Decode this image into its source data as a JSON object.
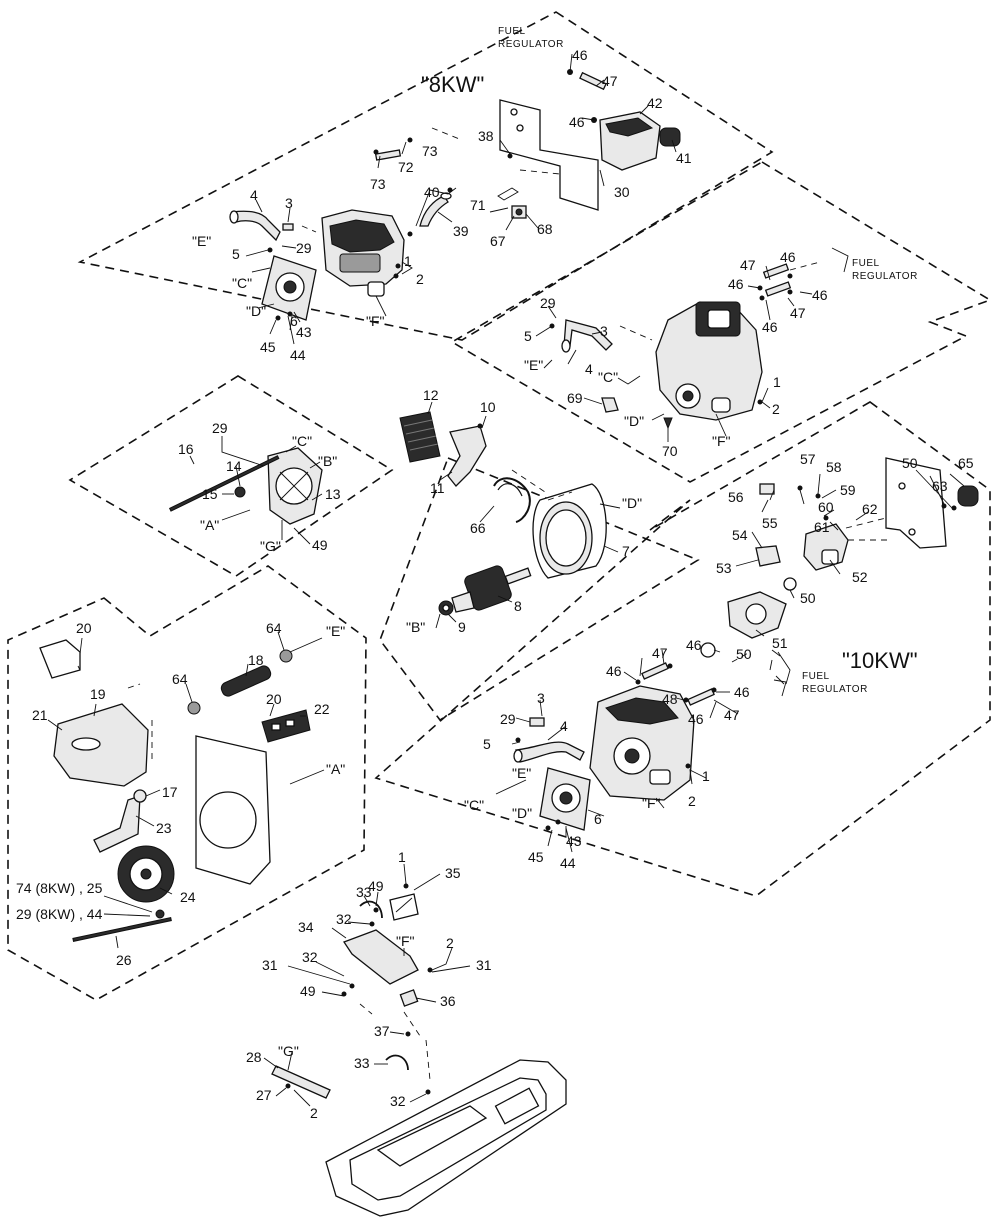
{
  "headings": {
    "kw8": "\"8KW\"",
    "kw10": "\"10KW\""
  },
  "fuel_regulator": {
    "line1": "FUEL",
    "line2": "REGULATOR"
  },
  "part_numbers": {
    "p1": "1",
    "p2": "2",
    "p3": "3",
    "p4": "4",
    "p5": "5",
    "p6": "6",
    "p7": "7",
    "p8": "8",
    "p9": "9",
    "p10": "10",
    "p11": "11",
    "p12": "12",
    "p13": "13",
    "p14": "14",
    "p15": "15",
    "p16": "16",
    "p17": "17",
    "p18": "18",
    "p19": "19",
    "p20": "20",
    "p21": "21",
    "p22": "22",
    "p23": "23",
    "p24": "24",
    "p26": "26",
    "p27": "27",
    "p28": "28",
    "p29": "29",
    "p30": "30",
    "p31": "31",
    "p32": "32",
    "p33": "33",
    "p34": "34",
    "p35": "35",
    "p36": "36",
    "p37": "37",
    "p38": "38",
    "p39": "39",
    "p40": "40",
    "p41": "41",
    "p42": "42",
    "p43": "43",
    "p44": "44",
    "p45": "45",
    "p46": "46",
    "p47": "47",
    "p48": "48",
    "p49": "49",
    "p50": "50",
    "p51": "51",
    "p52": "52",
    "p53": "53",
    "p54": "54",
    "p55": "55",
    "p56": "56",
    "p57": "57",
    "p58": "58",
    "p59": "59",
    "p60": "60",
    "p61": "61",
    "p62": "62",
    "p63": "63",
    "p64": "64",
    "p65": "65",
    "p66": "66",
    "p67": "67",
    "p68": "68",
    "p69": "69",
    "p70": "70",
    "p71": "71",
    "p72": "72",
    "p73": "73"
  },
  "special_labels": {
    "p74_25": "74 (8KW) , 25",
    "p29_44": "29 (8KW) , 44"
  },
  "connection_tags": {
    "A": "\"A\"",
    "B": "\"B\"",
    "C": "\"C\"",
    "D": "\"D\"",
    "E": "\"E\"",
    "F": "\"F\"",
    "G": "\"G\""
  }
}
